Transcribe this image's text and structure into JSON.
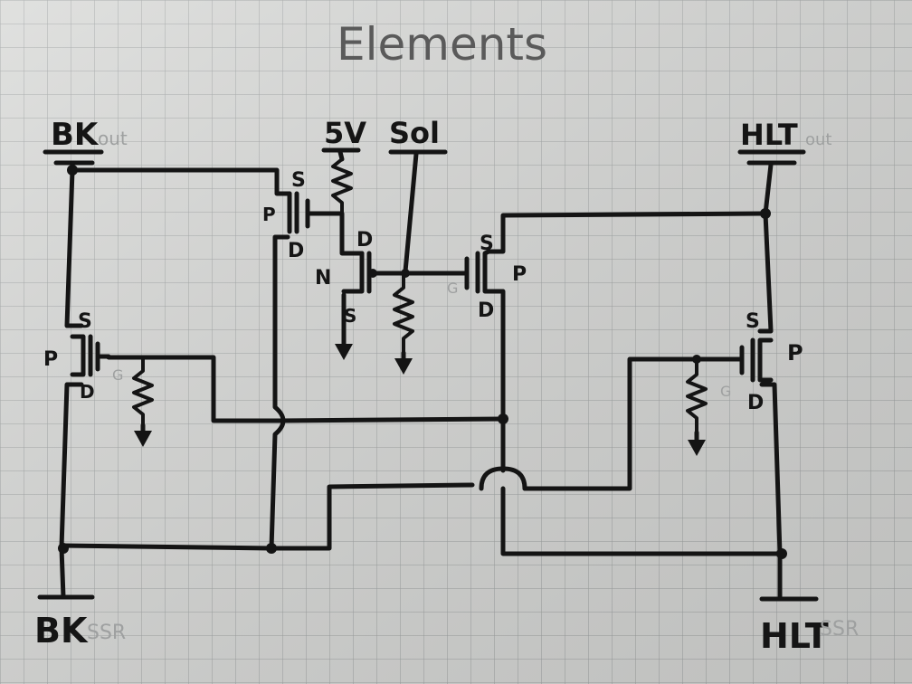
{
  "title": "Elements",
  "terminals": {
    "bk_top": "BK",
    "bk_top_note": "out",
    "five_v": "5V",
    "sol": "Sol",
    "hlt_top": "HLT",
    "hlt_top_note": "out",
    "bk_bottom": "BK",
    "bk_bottom_note": "SSR",
    "hlt_bottom": "HLT",
    "hlt_bottom_note": "SSR"
  },
  "transistors": {
    "left": {
      "type": "P",
      "source": "S",
      "drain": "D",
      "gate_note": "G"
    },
    "top_p": {
      "type": "P",
      "source": "S",
      "drain": "D"
    },
    "top_n": {
      "type": "N",
      "drain": "D",
      "source": "S"
    },
    "mid_p": {
      "type": "P",
      "source": "S",
      "drain": "D",
      "gate_note": "G"
    },
    "right": {
      "type": "P",
      "source": "S",
      "drain": "D",
      "gate_note": "G"
    }
  },
  "colors": {
    "paper": "#d9dad8",
    "grid": "#9fa3a3",
    "ink": "#141414",
    "pencil": "#9ea0a0"
  }
}
